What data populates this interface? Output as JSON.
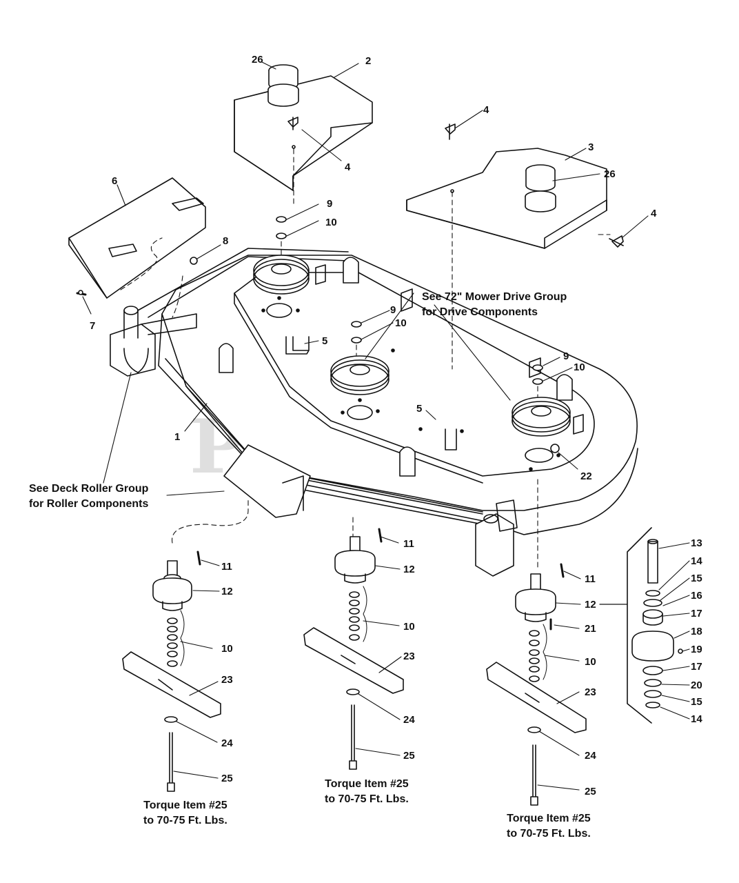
{
  "watermark": "PartsTree",
  "notes": {
    "drive_line1": "See 72\" Mower Drive Group",
    "drive_line2": "for Drive Components",
    "roller_line1": "See Deck Roller Group",
    "roller_line2": "for Roller Components",
    "torque_left_line1": "Torque Item #25",
    "torque_left_line2": "to 70-75 Ft. Lbs.",
    "torque_center_line1": "Torque Item #25",
    "torque_center_line2": "to 70-75 Ft. Lbs.",
    "torque_right_line1": "Torque Item #25",
    "torque_right_line2": "to 70-75 Ft. Lbs."
  },
  "callouts": {
    "c1": "1",
    "c2": "2",
    "c3": "3",
    "c4a": "4",
    "c4b": "4",
    "c4c": "4",
    "c5a": "5",
    "c5b": "5",
    "c6": "6",
    "c7": "7",
    "c8": "8",
    "c9a": "9",
    "c9b": "9",
    "c9c": "9",
    "c10a": "10",
    "c10b": "10",
    "c10c": "10",
    "c10d": "10",
    "c10e": "10",
    "c10f": "10",
    "c11a": "11",
    "c11b": "11",
    "c11c": "11",
    "c12a": "12",
    "c12b": "12",
    "c12c": "12",
    "c13": "13",
    "c14a": "14",
    "c14b": "14",
    "c15a": "15",
    "c15b": "15",
    "c16": "16",
    "c17a": "17",
    "c17b": "17",
    "c18": "18",
    "c19": "19",
    "c20": "20",
    "c21": "21",
    "c22": "22",
    "c23a": "23",
    "c23b": "23",
    "c23c": "23",
    "c24a": "24",
    "c24b": "24",
    "c24c": "24",
    "c25a": "25",
    "c25b": "25",
    "c25c": "25",
    "c26a": "26",
    "c26b": "26"
  }
}
